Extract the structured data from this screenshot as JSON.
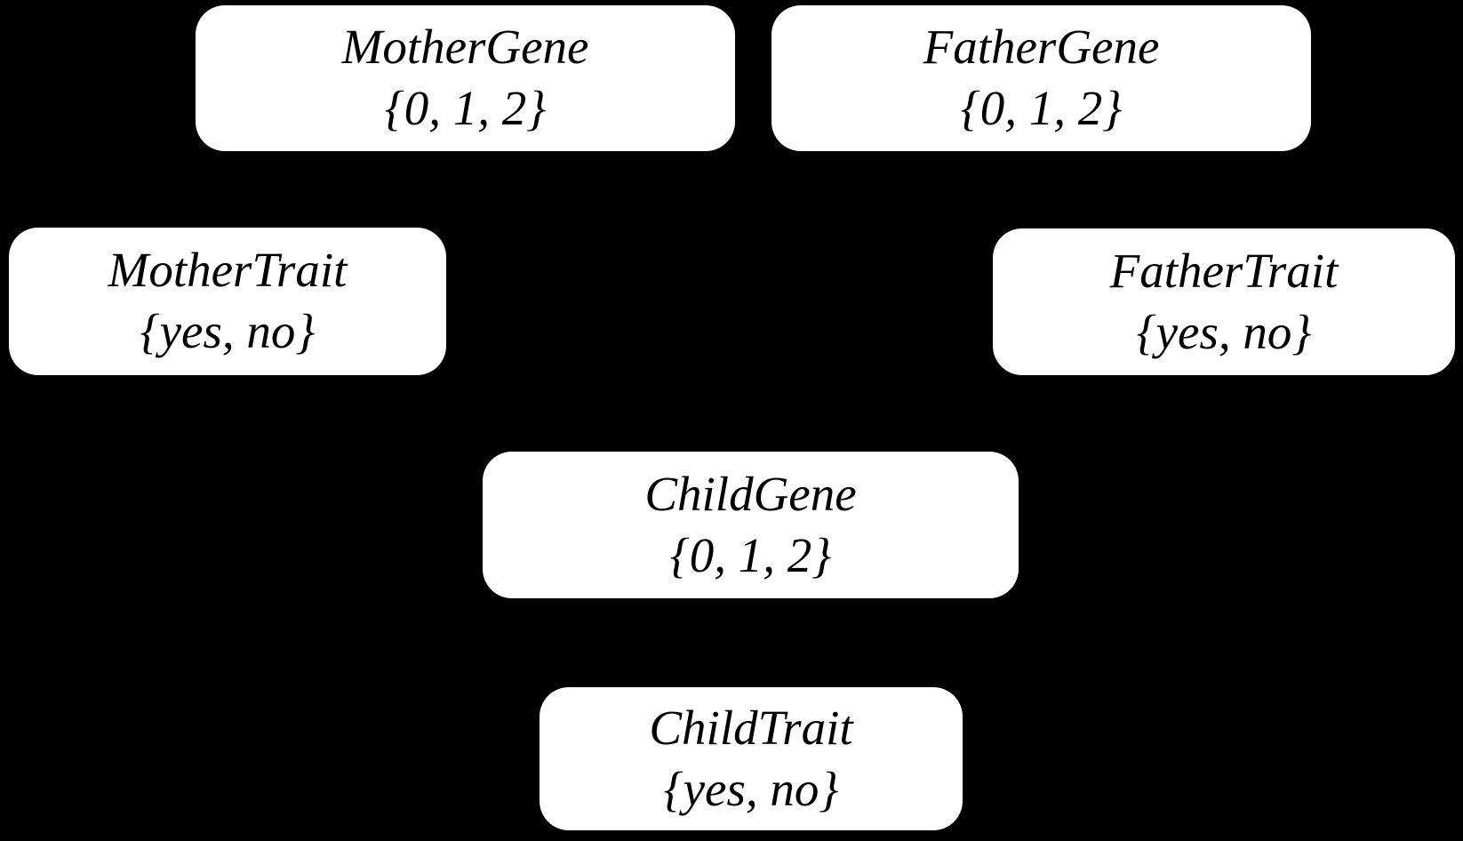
{
  "diagram": {
    "type": "bayesian-network",
    "colors": {
      "background": "#000000",
      "node_fill": "#ffffff",
      "node_text": "#000000"
    },
    "nodes": [
      {
        "name": "MotherGene",
        "values": "{0, 1, 2}"
      },
      {
        "name": "FatherGene",
        "values": "{0, 1, 2}"
      },
      {
        "name": "MotherTrait",
        "values": "{yes, no}"
      },
      {
        "name": "FatherTrait",
        "values": "{yes, no}"
      },
      {
        "name": "ChildGene",
        "values": "{0, 1, 2}"
      },
      {
        "name": "ChildTrait",
        "values": "{yes, no}"
      }
    ]
  }
}
